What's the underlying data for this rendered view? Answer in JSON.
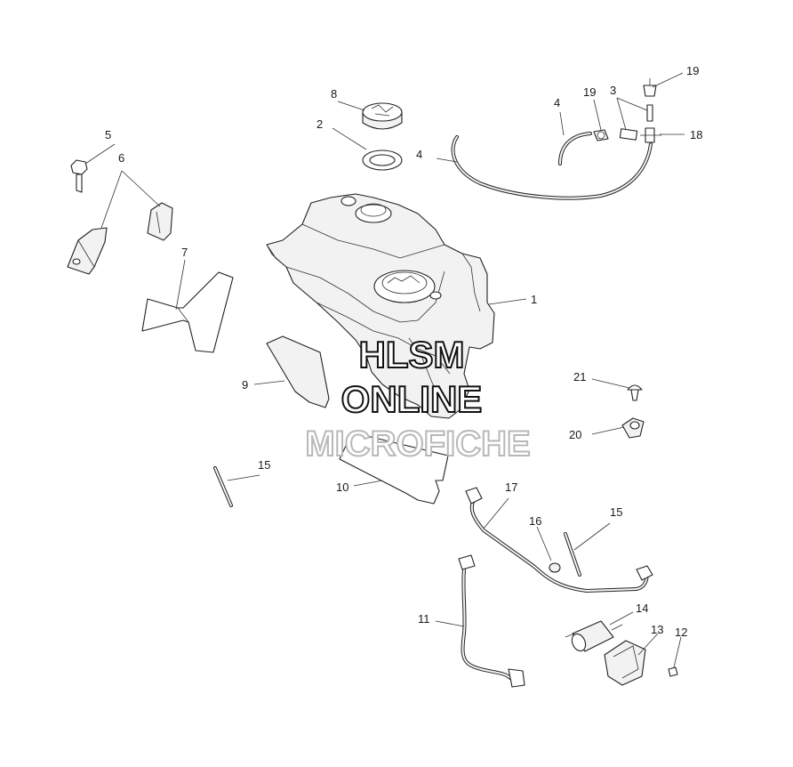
{
  "callouts": [
    {
      "id": "c1",
      "text": "1"
    },
    {
      "id": "c2",
      "text": "2"
    },
    {
      "id": "c3",
      "text": "3"
    },
    {
      "id": "c4a",
      "text": "4"
    },
    {
      "id": "c4b",
      "text": "4"
    },
    {
      "id": "c5",
      "text": "5"
    },
    {
      "id": "c6",
      "text": "6"
    },
    {
      "id": "c7",
      "text": "7"
    },
    {
      "id": "c8",
      "text": "8"
    },
    {
      "id": "c9",
      "text": "9"
    },
    {
      "id": "c10",
      "text": "10"
    },
    {
      "id": "c11",
      "text": "11"
    },
    {
      "id": "c12",
      "text": "12"
    },
    {
      "id": "c13",
      "text": "13"
    },
    {
      "id": "c14",
      "text": "14"
    },
    {
      "id": "c15a",
      "text": "15"
    },
    {
      "id": "c15b",
      "text": "15"
    },
    {
      "id": "c16",
      "text": "16"
    },
    {
      "id": "c17",
      "text": "17"
    },
    {
      "id": "c18",
      "text": "18"
    },
    {
      "id": "c19a",
      "text": "19"
    },
    {
      "id": "c19b",
      "text": "19"
    },
    {
      "id": "c20",
      "text": "20"
    },
    {
      "id": "c21",
      "text": "21"
    }
  ],
  "watermark": {
    "line1": "HLSM",
    "line2": "ONLINE",
    "line3": "MICROFICHE"
  },
  "colors": {
    "line": "#222222",
    "watermark_dark": "#111111",
    "watermark_light": "#b8b8b8"
  }
}
